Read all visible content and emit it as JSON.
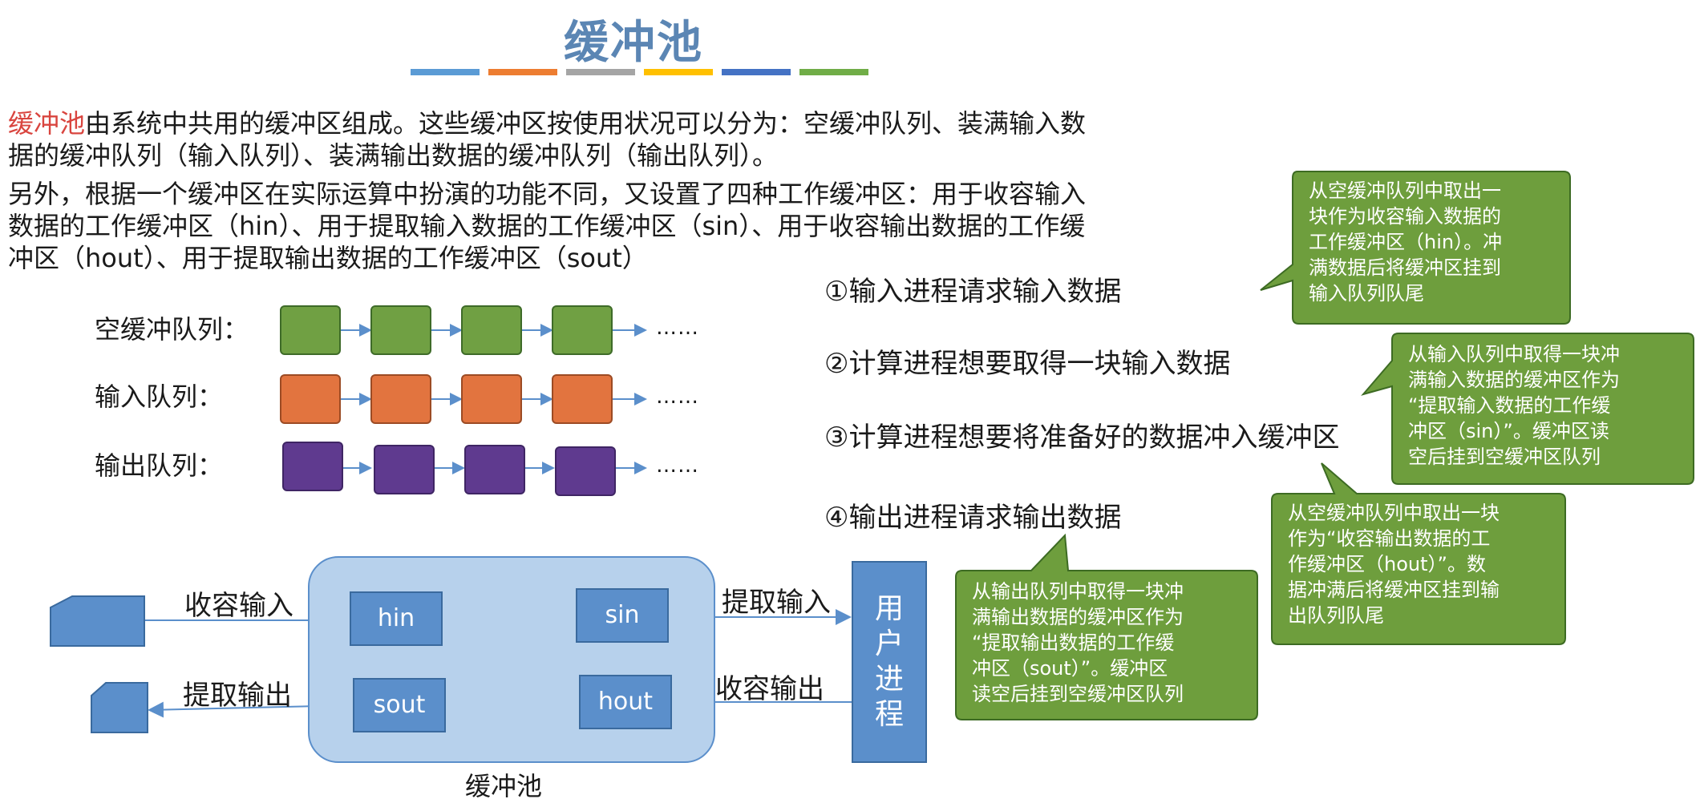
{
  "title": "缓冲池",
  "title_bar_colors": [
    "#5b9bd5",
    "#ed7d31",
    "#a5a5a5",
    "#ffc000",
    "#4472c4",
    "#70ad47"
  ],
  "intro": {
    "highlight": "缓冲池",
    "line1_rest": "由系统中共用的缓冲区组成。这些缓冲区按使用状况可以分为：空缓冲队列、装满输入数",
    "line2": "据的缓冲队列（输入队列）、装满输出数据的缓冲队列（输出队列）。",
    "line3": "另外，根据一个缓冲区在实际运算中扮演的功能不同，又设置了四种工作缓冲区：用于收容输入",
    "line4": "数据的工作缓冲区（hin）、用于提取输入数据的工作缓冲区（sin）、用于收容输出数据的工作缓",
    "line5": "冲区（hout）、用于提取输出数据的工作缓冲区（sout）"
  },
  "queues": {
    "empty_label": "空缓冲队列：",
    "input_label": "输入队列：",
    "output_label": "输出队列：",
    "ellipsis": "……"
  },
  "steps": [
    "①输入进程请求输入数据",
    "②计算进程想要取得一块输入数据",
    "③计算进程想要将准备好的数据冲入缓冲区",
    "④输出进程请求输出数据"
  ],
  "callouts": {
    "c1": [
      "从空缓冲队列中取出一",
      "块作为收容输入数据的",
      "工作缓冲区（hin）。冲",
      "满数据后将缓冲区挂到",
      "输入队列队尾"
    ],
    "c2": [
      "从输入队列中取得一块冲",
      "满输入数据的缓冲区作为",
      "“提取输入数据的工作缓",
      "冲区（sin）”。缓冲区读",
      "空后挂到空缓冲区队列"
    ],
    "c3": [
      "从空缓冲队列中取出一块",
      "作为“收容输出数据的工",
      "作缓冲区（hout）”。数",
      "据冲满后将缓冲区挂到输",
      "出队列队尾"
    ],
    "c4": [
      "从输出队列中取得一块冲",
      "满输出数据的缓冲区作为",
      "“提取输出数据的工作缓",
      "冲区（sout）”。缓冲区",
      "读空后挂到空缓冲区队列"
    ]
  },
  "diagram": {
    "hin": "hin",
    "sin": "sin",
    "sout": "sout",
    "hout": "hout",
    "receive_input": "收容输入",
    "extract_input": "提取输入",
    "extract_output": "提取输出",
    "receive_output": "收容输出",
    "user_process": [
      "用",
      "户",
      "进",
      "程"
    ],
    "pool_caption": "缓冲池"
  },
  "colors": {
    "callout_fill": "#6e9e3d",
    "callout_stroke": "#3d6b23",
    "buffer_blue": "#5b8fcb",
    "pool_fill": "#b7d1ec",
    "highlight": "#d9453f",
    "title": "#5b86b4"
  }
}
